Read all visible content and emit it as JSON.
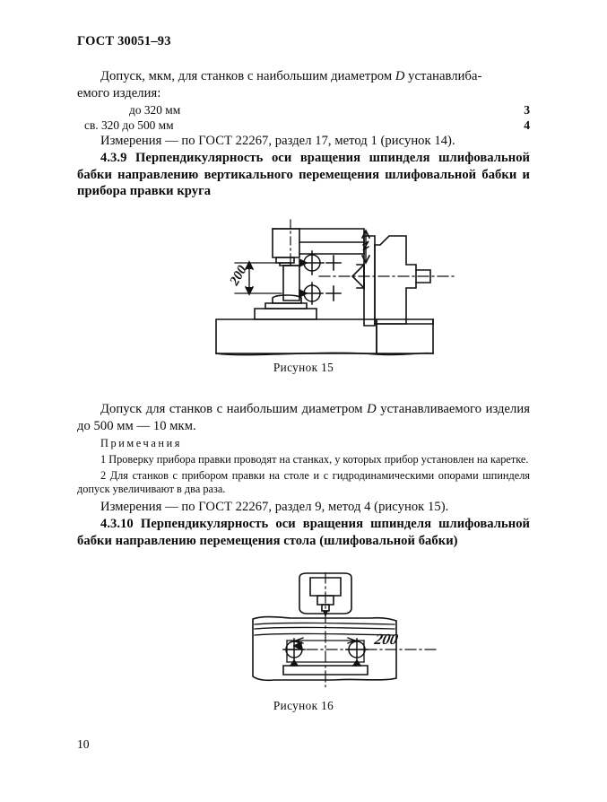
{
  "document": {
    "running_head": "ГОСТ 30051–93",
    "page_number": "10"
  },
  "tolerance_intro": {
    "line1": "Допуск, мкм, для станков с наибольшим диаметром ",
    "italic_symbol": "D",
    "line1_tail": " устанавлиба-",
    "line2": "емого изделия:"
  },
  "tolerance_table": {
    "rows": [
      {
        "label": "до 320 мм",
        "value": "3"
      },
      {
        "label": "св. 320  до 500 мм",
        "value": "4"
      }
    ]
  },
  "measurement_1": "Измерения — по ГОСТ 22267, раздел 17, метод 1 (рисунок 14).",
  "section_439": {
    "number": "4.3.9",
    "text": "Перпендикулярность оси вращения шпинделя шлифовальной бабки направлению вертикального перемещения шлифовальной бабки и прибора правки круга"
  },
  "figure_15": {
    "caption": "Рисунок 15",
    "dimension": "200"
  },
  "tolerance_paragraph_2": {
    "prefix": "Допуск для станков с наибольшим диаметром ",
    "italic_symbol": "D",
    "suffix": " устанавливаемого изделия до 500 мм — 10 мкм."
  },
  "notes": {
    "title": "Примечания",
    "items": [
      "1 Проверку прибора правки проводят на станках, у которых прибор установлен на каретке.",
      "2 Для станков с прибором правки на столе и с гидродинамическими опорами шпинделя допуск увеличивают в два раза."
    ]
  },
  "measurement_2": "Измерения — по ГОСТ 22267, раздел 9, метод 4 (рисунок 15).",
  "section_4310": {
    "number": "4.3.10",
    "text": "Перпендикулярность оси вращения шпинделя шлифовальной бабки направлению перемещения стола (шлифовальной бабки)"
  },
  "figure_16": {
    "caption": "Рисунок 16",
    "dimension": "200"
  },
  "colors": {
    "ink": "#0b0b0b",
    "paper": "#ffffff"
  }
}
